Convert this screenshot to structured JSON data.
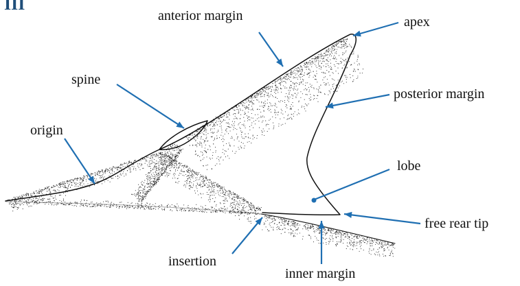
{
  "figure": {
    "heading": "III",
    "labels": {
      "anterior_margin": "anterior margin",
      "apex": "apex",
      "spine": "spine",
      "posterior_margin": "posterior margin",
      "origin": "origin",
      "lobe": "lobe",
      "free_rear_tip": "free rear tip",
      "insertion": "insertion",
      "inner_margin": "inner margin"
    }
  },
  "colors": {
    "leader": "#1f6fb2",
    "heading": "#1f4e79",
    "outline": "#111111"
  }
}
